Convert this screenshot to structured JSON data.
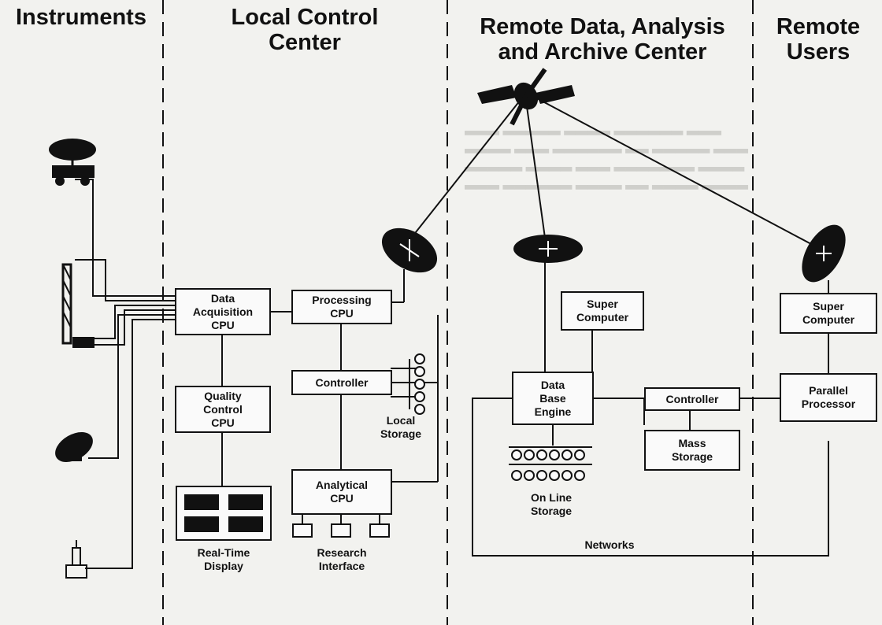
{
  "headers": {
    "instruments": "Instruments",
    "local": "Local Control\nCenter",
    "remote_center": "Remote Data, Analysis\nand Archive Center",
    "remote_users": "Remote\nUsers"
  },
  "local": {
    "data_acq": "Data\nAcquisition\nCPU",
    "quality": "Quality\nControl\nCPU",
    "processing": "Processing\nCPU",
    "controller": "Controller",
    "analytical": "Analytical\nCPU",
    "local_storage": "Local\nStorage",
    "real_time": "Real-Time\nDisplay",
    "research": "Research\nInterface"
  },
  "remote": {
    "super": "Super\nComputer",
    "db": "Data\nBase\nEngine",
    "controller": "Controller",
    "mass": "Mass\nStorage",
    "online": "On Line\nStorage",
    "networks": "Networks"
  },
  "users": {
    "super": "Super\nComputer",
    "parallel": "Parallel\nProcessor"
  }
}
